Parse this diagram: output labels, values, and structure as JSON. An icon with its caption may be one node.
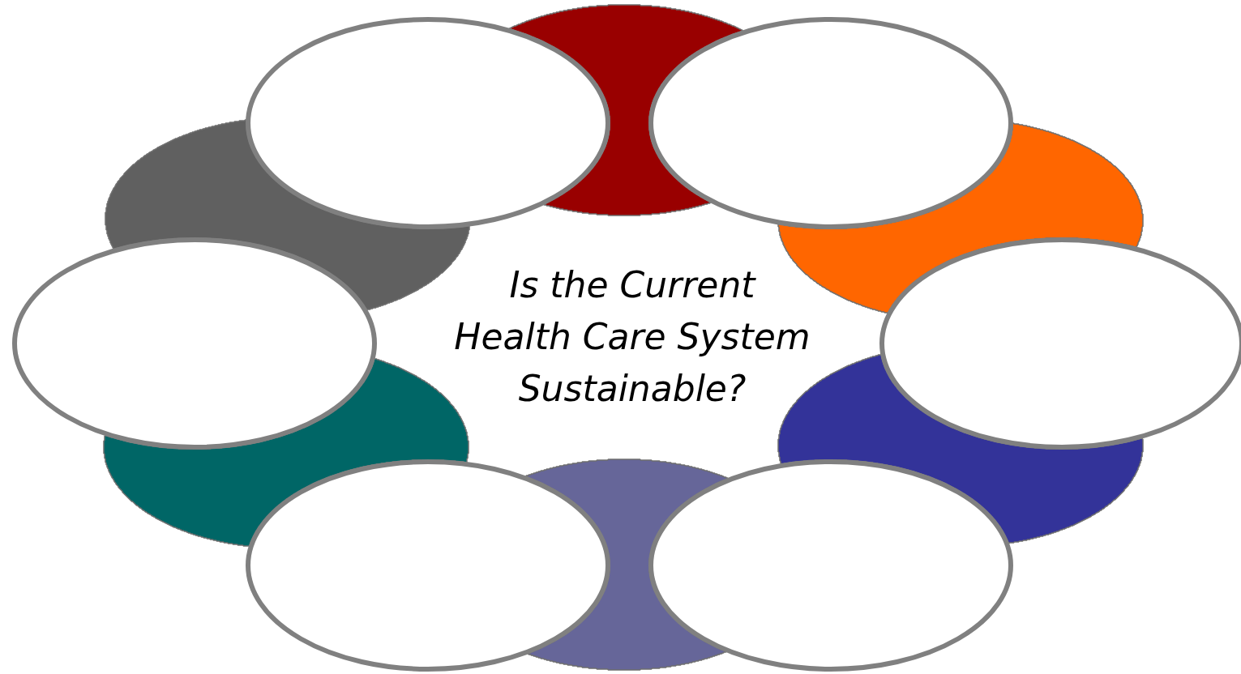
{
  "diagram": {
    "nodes": [
      {
        "text": [],
        "shape": "ellipse"
      },
      {
        "text": [],
        "shape": "ellipse"
      },
      {
        "text": [],
        "shape": "ellipse"
      },
      {
        "text": [],
        "shape": "ellipse"
      },
      {
        "text": [],
        "shape": "ellipse"
      },
      {
        "text": [],
        "shape": "ellipse"
      },
      {
        "text": [],
        "shape": "ellipse"
      },
      {
        "text": [],
        "shape": "ellipse"
      },
      {
        "text": [],
        "shape": "ellipse"
      },
      {
        "text": [],
        "shape": "ellipse"
      },
      {
        "text": [],
        "shape": "ellipse"
      },
      {
        "text": [],
        "shape": "ellipse"
      }
    ],
    "labels": [
      "Is the Current Health Care System Sustainable?"
    ]
  }
}
